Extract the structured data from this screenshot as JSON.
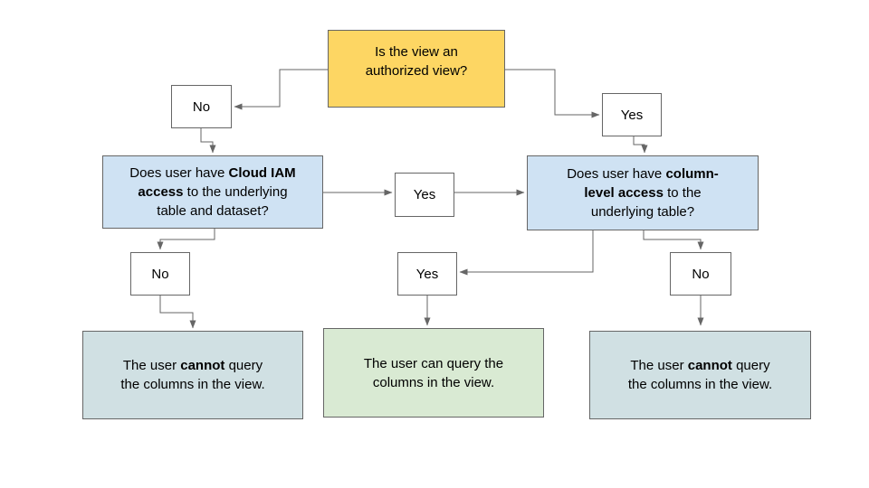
{
  "diagram": {
    "title_hint": "Authorized view column access flowchart",
    "colors": {
      "root_fill": "#fdd663",
      "decision_fill": "#cfe2f3",
      "result_negative_fill": "#d0e0e3",
      "result_positive_fill": "#d9ead3",
      "line": "#666666"
    },
    "nodes": {
      "root": {
        "text": "Is the view an authorized view?"
      },
      "decision_left": {
        "pre": "Does user have ",
        "bold": "Cloud IAM access",
        "post": " to the underlying table and dataset?"
      },
      "decision_right": {
        "pre": "Does user have ",
        "bold": "column-level access",
        "post": " to the underlying table?"
      },
      "result_left": {
        "pre": "The user ",
        "bold": "cannot",
        "post": " query the columns in the view."
      },
      "result_middle": {
        "pre": "The user can query the columns in the view.",
        "bold": "",
        "post": ""
      },
      "result_right": {
        "pre": "The user ",
        "bold": "cannot",
        "post": " query the columns in the view."
      }
    },
    "labels": {
      "no_top": "No",
      "yes_top": "Yes",
      "yes_mid": "Yes",
      "no_lower_left": "No",
      "yes_lower": "Yes",
      "no_lower_right": "No"
    }
  }
}
